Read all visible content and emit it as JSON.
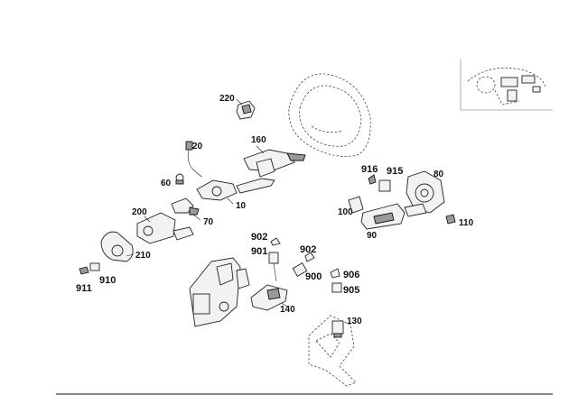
{
  "labels": {
    "p220": "220",
    "p20": "20",
    "p160": "160",
    "p60": "60",
    "p10": "10",
    "p70": "70",
    "p200": "200",
    "p210": "210",
    "p911": "911",
    "p910": "910",
    "p916": "916",
    "p915": "915",
    "p80": "80",
    "p100": "100",
    "p90": "90",
    "p110": "110",
    "p902a": "902",
    "p901": "901",
    "p902b": "902",
    "p900": "900",
    "p906": "906",
    "p905": "905",
    "p140": "140",
    "p130": "130"
  }
}
